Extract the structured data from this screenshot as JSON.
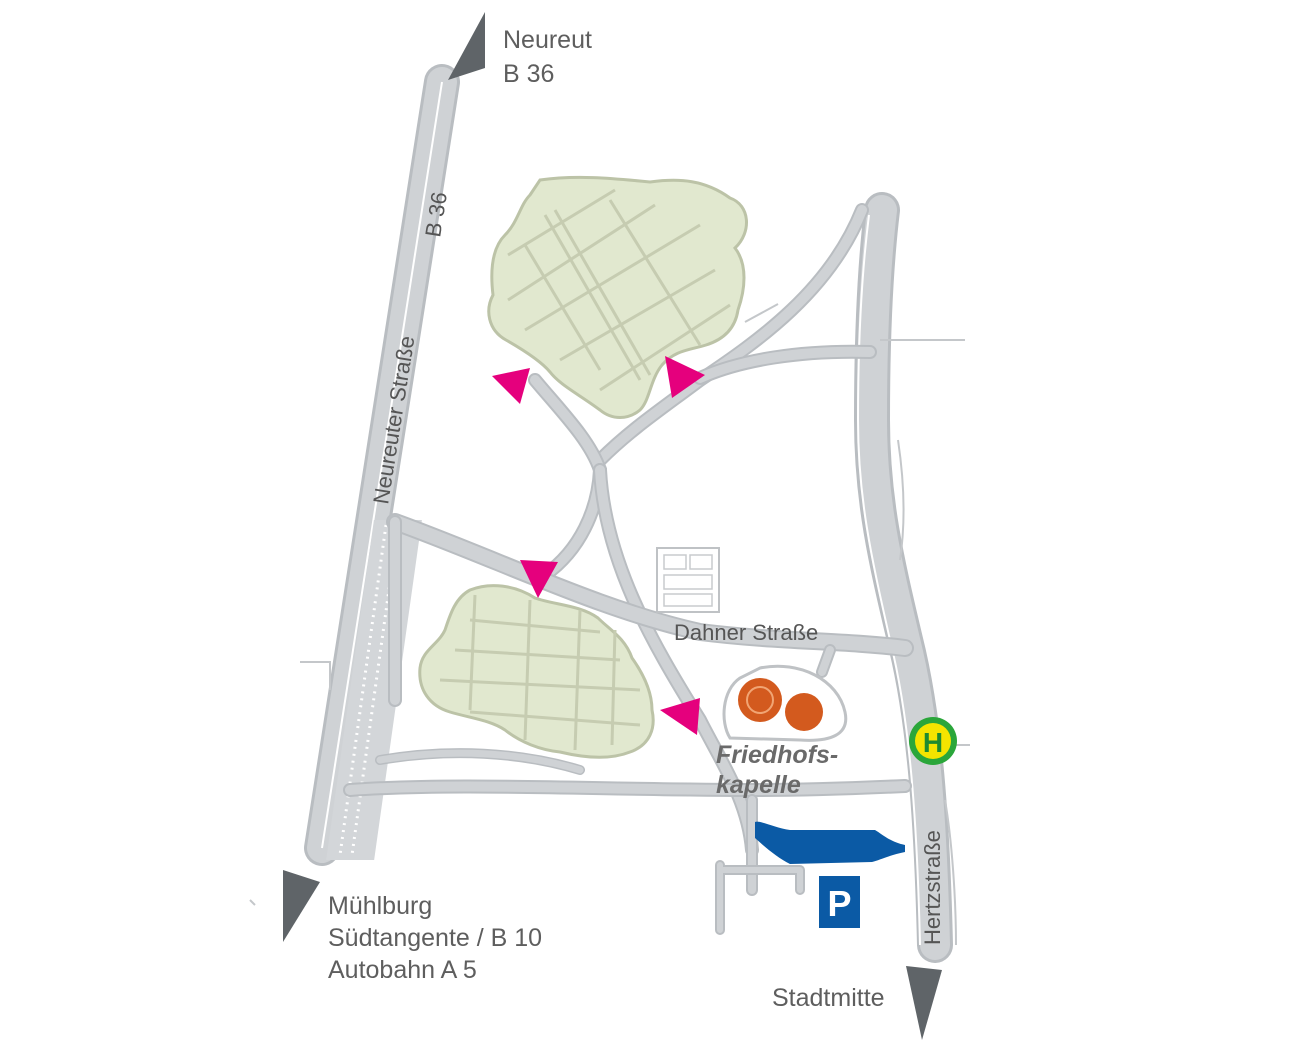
{
  "destinations": {
    "north_line1": "Neureut",
    "north_line2": "B 36",
    "southwest_line1": "Mühlburg",
    "southwest_line2": "Südtangente / B 10",
    "southwest_line3": "Autobahn A 5",
    "south": "Stadtmitte"
  },
  "streets": {
    "neureuter": "Neureuter Straße",
    "b36": "B 36",
    "dahner": "Dahner Straße",
    "hertz": "Hertzstraße"
  },
  "poi": {
    "chapel_line1": "Friedhofs-",
    "chapel_line2": "kapelle",
    "parking": "P",
    "bus_stop": "H"
  },
  "colors": {
    "entrance_arrow": "#e5007d",
    "direction_arrow": "#5f6468",
    "field": "#e1e8cf",
    "road": "#cfd2d5",
    "chapel": "#d35a1e",
    "parking_area": "#0b5aa5",
    "parking_sign": "#0b5aa5",
    "bus_ring": "#2aa63a",
    "bus_fill": "#f4e400"
  },
  "icons": {
    "entrance": "triangle-arrow-icon",
    "direction": "direction-arrow-icon",
    "parking": "parking-sign-icon",
    "bus": "bus-stop-icon"
  }
}
